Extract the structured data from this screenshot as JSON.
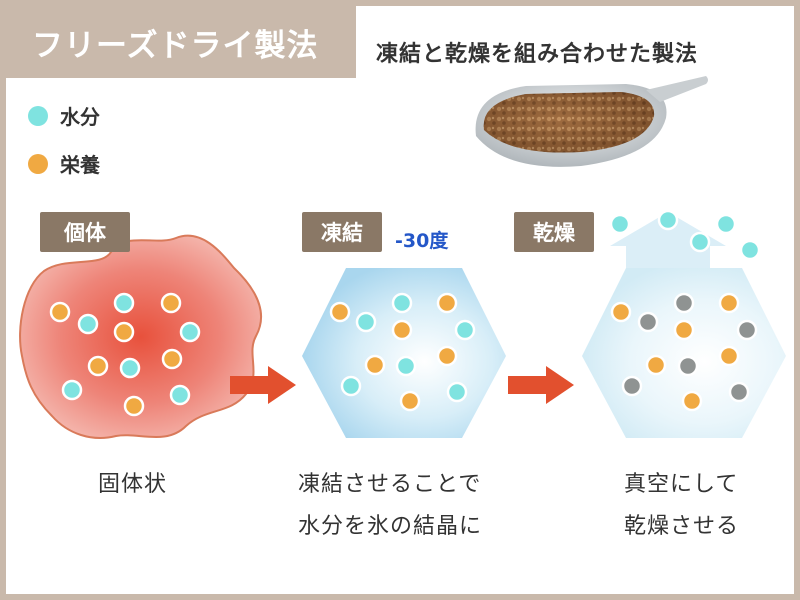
{
  "title": "フリーズドライ製法",
  "subtitle": "凍結と乾燥を組み合わせた製法",
  "legend": {
    "water": {
      "label": "水分",
      "color": "#7fe3e0"
    },
    "nutrient": {
      "label": "栄養",
      "color": "#f0a942"
    }
  },
  "stages": {
    "solid": {
      "tag": "個体",
      "caption_line1": "固体状"
    },
    "freeze": {
      "tag": "凍結",
      "temperature": "-30度",
      "caption_line1": "凍結させることで",
      "caption_line2": "水分を氷の結晶に"
    },
    "dry": {
      "tag": "乾燥",
      "caption_line1": "真空にして",
      "caption_line2": "乾燥させる"
    }
  },
  "colors": {
    "arrow": "#e2502e",
    "dehydrated_water": "#8f9392",
    "tag_bg": "#8a7866",
    "header_bg": "#c9b9ab"
  }
}
